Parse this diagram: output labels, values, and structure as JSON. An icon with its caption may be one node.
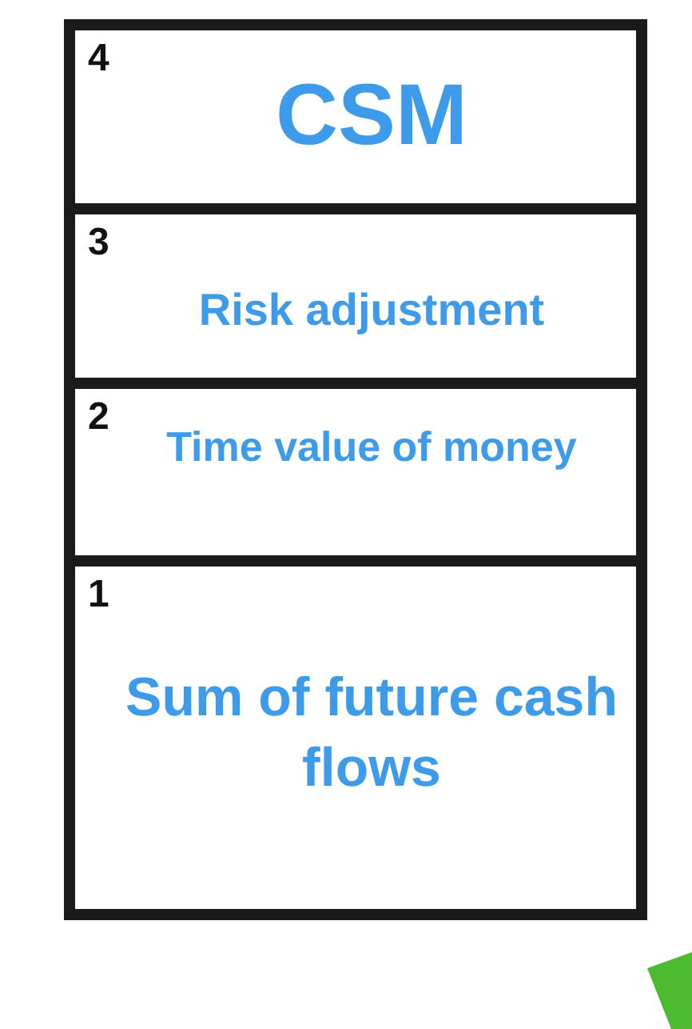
{
  "diagram": {
    "nodes": [
      {
        "text": [
          "4",
          "CSM"
        ]
      },
      {
        "text": [
          "3",
          "Risk adjustment"
        ]
      },
      {
        "text": [
          "2",
          "Time value of money"
        ]
      },
      {
        "text": [
          "1",
          "Sum of future cash flows"
        ]
      }
    ]
  }
}
